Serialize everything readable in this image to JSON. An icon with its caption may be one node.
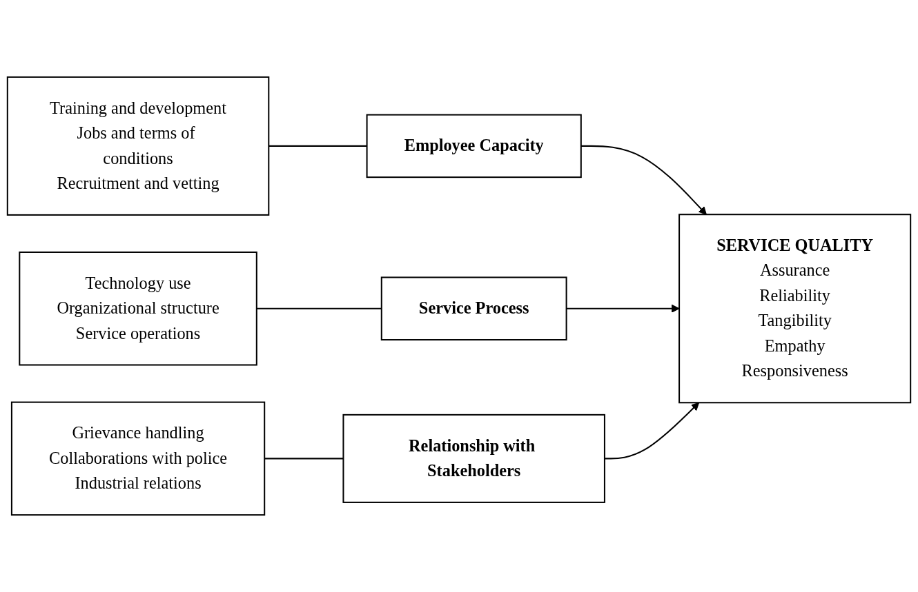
{
  "diagram": {
    "nodes": [
      {
        "text": [
          "Training and development",
          "Jobs and terms of conditions",
          "Recruitment and vetting"
        ]
      },
      {
        "text": [
          "Employee Capacity"
        ]
      },
      {
        "text": [
          "Technology use",
          "Organizational structure",
          "Service operations"
        ]
      },
      {
        "text": [
          "Service Process"
        ]
      },
      {
        "text": [
          "Grievance handling",
          "Collaborations with police",
          "Industrial relations"
        ]
      },
      {
        "text": [
          "Relationship with Stakeholders"
        ]
      },
      {
        "text": [
          "SERVICE QUALITY",
          "Assurance",
          "Reliability",
          "Tangibility",
          "Empathy",
          "Responsiveness"
        ]
      }
    ],
    "edges": [
      {
        "from": 0,
        "to": 1,
        "arrow": "none"
      },
      {
        "from": 2,
        "to": 3,
        "arrow": "none"
      },
      {
        "from": 4,
        "to": 5,
        "arrow": "none"
      },
      {
        "from": 1,
        "to": 6,
        "arrow": "to"
      },
      {
        "from": 3,
        "to": 6,
        "arrow": "to"
      },
      {
        "from": 5,
        "to": 6,
        "arrow": "to"
      }
    ]
  }
}
